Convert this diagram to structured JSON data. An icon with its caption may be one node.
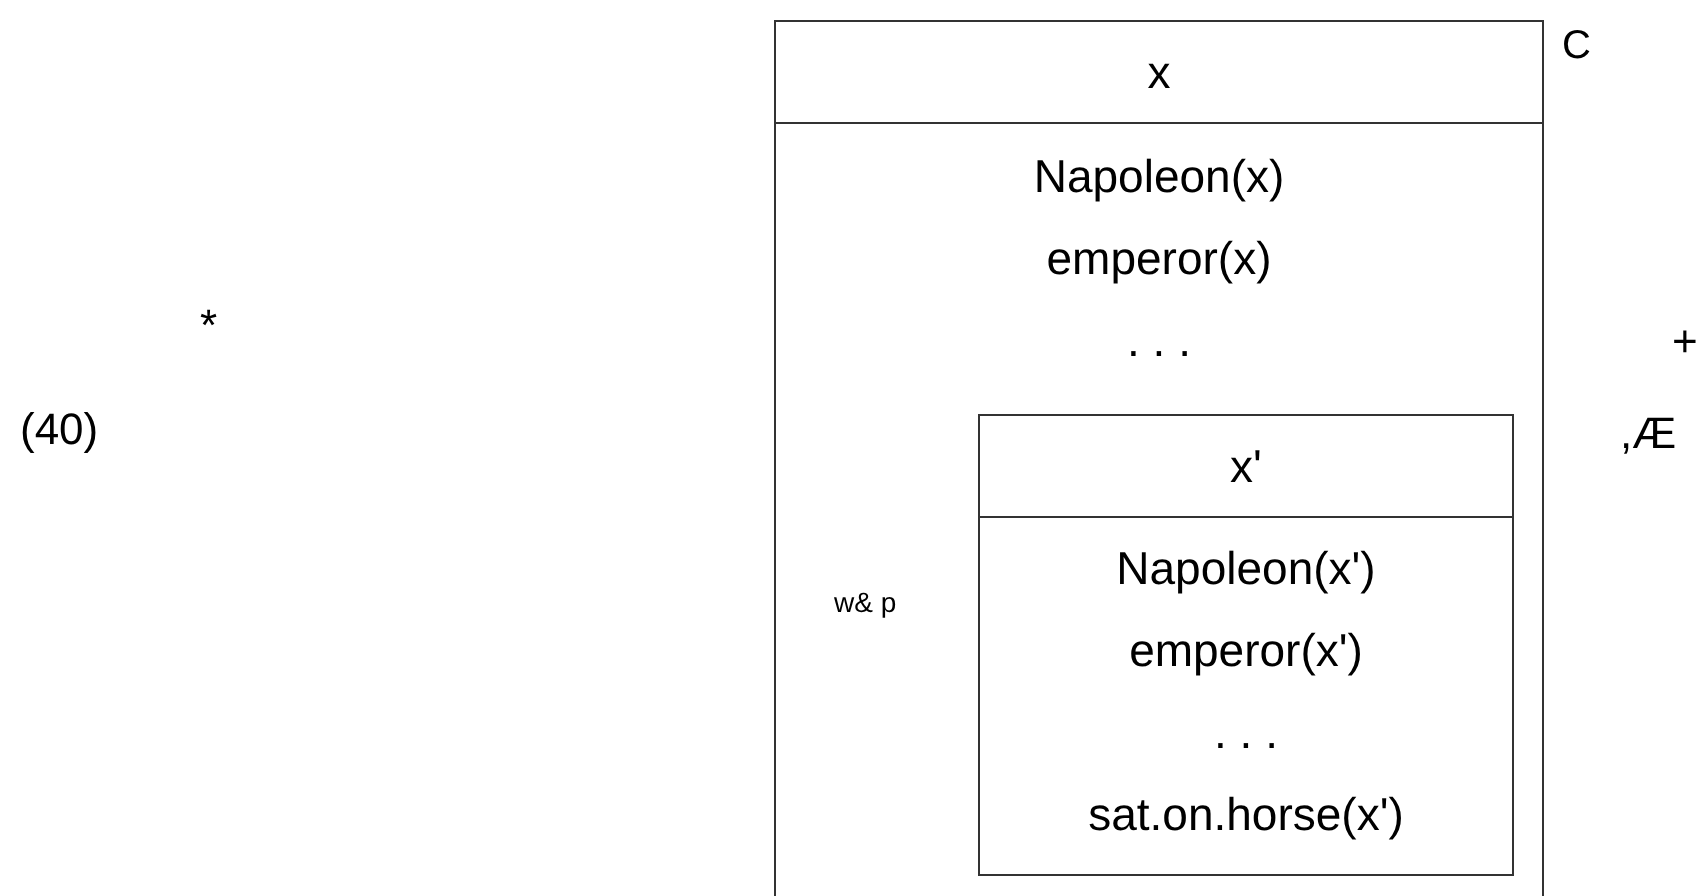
{
  "diagram": {
    "nodes": [
      {
        "text": [
          "x",
          "Napoleon(x)",
          "emperor(x)",
          ". . ."
        ]
      },
      {
        "text": [
          "x'",
          "Napoleon(x')",
          "emperor(x')",
          ". . .",
          "sat.on.horse(x')"
        ],
        "in": 0
      }
    ],
    "labels": [
      "C",
      "*",
      "+",
      "(40)",
      ",Æ",
      "w& p"
    ]
  }
}
